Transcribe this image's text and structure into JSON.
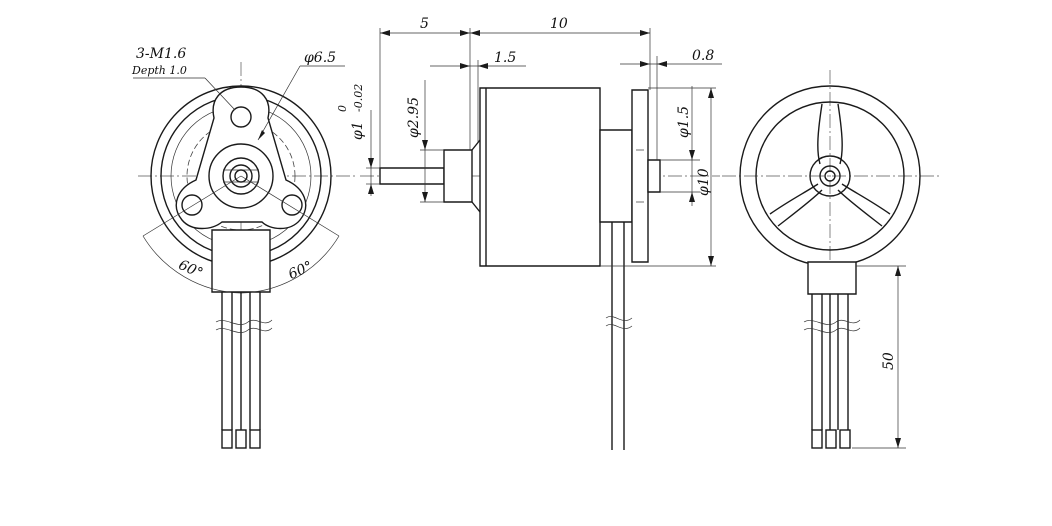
{
  "front_view": {
    "thread_note": "3-M1.6",
    "depth_note": "Depth 1.0",
    "bolt_circle_dia": "φ6.5",
    "angle_left": "60°",
    "angle_right": "60°"
  },
  "side_view": {
    "dim_shaft_length": "5",
    "dim_body_length": "10",
    "dim_step": "1.5",
    "dim_flange": "0.8",
    "dim_shaft_dia": "φ1",
    "tol_upper": "0",
    "tol_lower": "-0.02",
    "dim_collar_dia": "φ2.95",
    "dim_boss_dia": "φ1.5",
    "dim_body_dia": "φ10"
  },
  "rear_view": {
    "dim_lead_length": "50"
  }
}
